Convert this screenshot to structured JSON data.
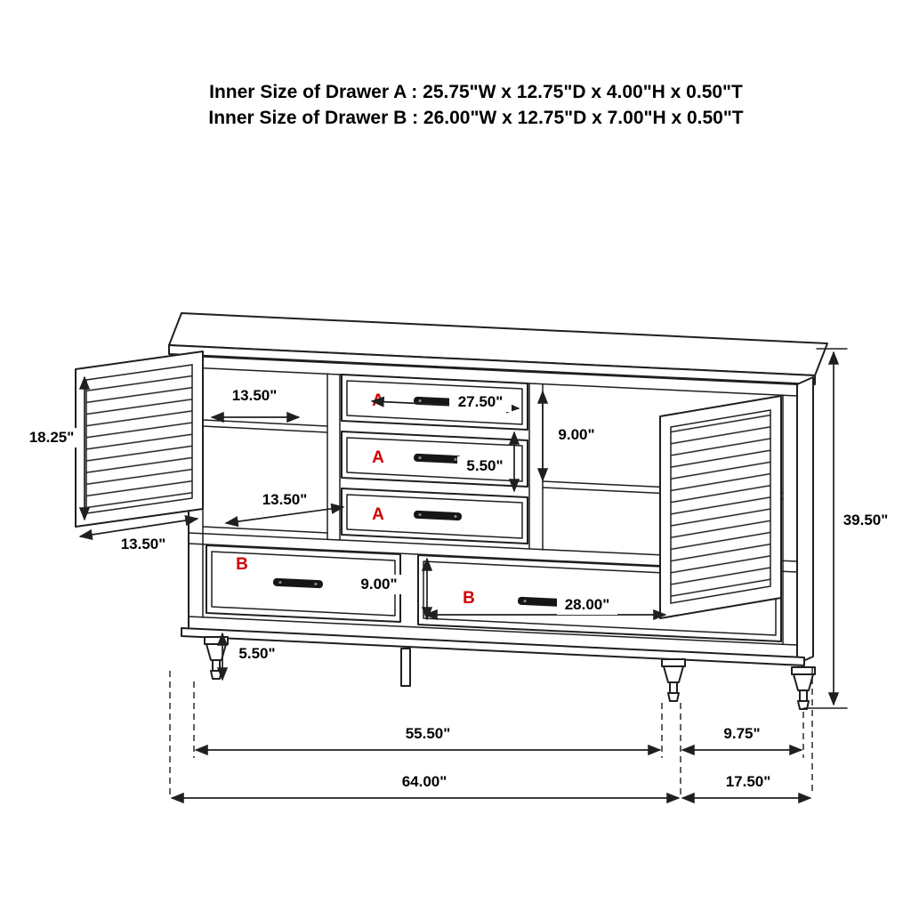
{
  "title": {
    "line1": "Inner Size of Drawer A : 25.75\"W x 12.75\"D x 4.00\"H x 0.50\"T",
    "line2": "Inner Size of Drawer B : 26.00\"W x 12.75\"D x 7.00\"H x 0.50\"T"
  },
  "drawer_labels": {
    "a": "A",
    "b": "B"
  },
  "dimensions": {
    "door_height": "18.25\"",
    "upper_shelf_width": "13.50\"",
    "lower_shelf_width": "13.50\"",
    "door_width": "13.50\"",
    "drawer_a_width": "27.50\"",
    "drawer_a_height": "5.50\"",
    "right_shelf_height": "9.00\"",
    "drawer_b_height": "9.00\"",
    "drawer_b_width": "28.00\"",
    "leg_height": "5.50\"",
    "overall_height": "39.50\"",
    "front_leg_span": "55.50\"",
    "side_leg_span": "9.75\"",
    "overall_width": "64.00\"",
    "overall_depth": "17.50\""
  },
  "colors": {
    "outline": "#1f1f1f",
    "label_red": "#d40000",
    "text": "#000000",
    "background": "#ffffff"
  }
}
